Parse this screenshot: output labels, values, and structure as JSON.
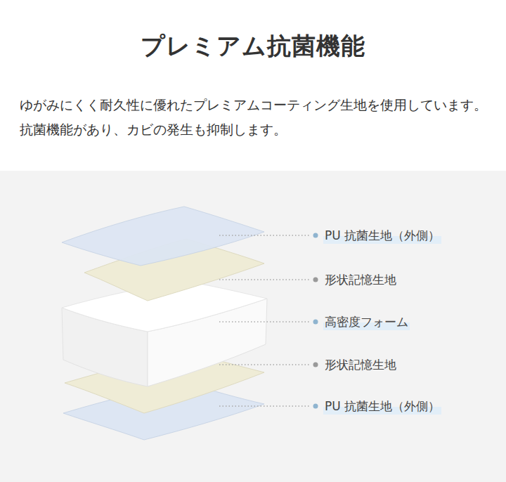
{
  "diagram": {
    "title": "プレミアム抗菌機能",
    "labels": [
      "ゆがみにくく耐久性に優れたプレミアムコーティング生地を使用しています。抗菌機能があり、カビの発生も抑制します。",
      "PU 抗菌生地（外側）",
      "形状記憶生地",
      "高密度フォーム",
      "形状記憶生地",
      "PU 抗菌生地（外側）"
    ]
  }
}
